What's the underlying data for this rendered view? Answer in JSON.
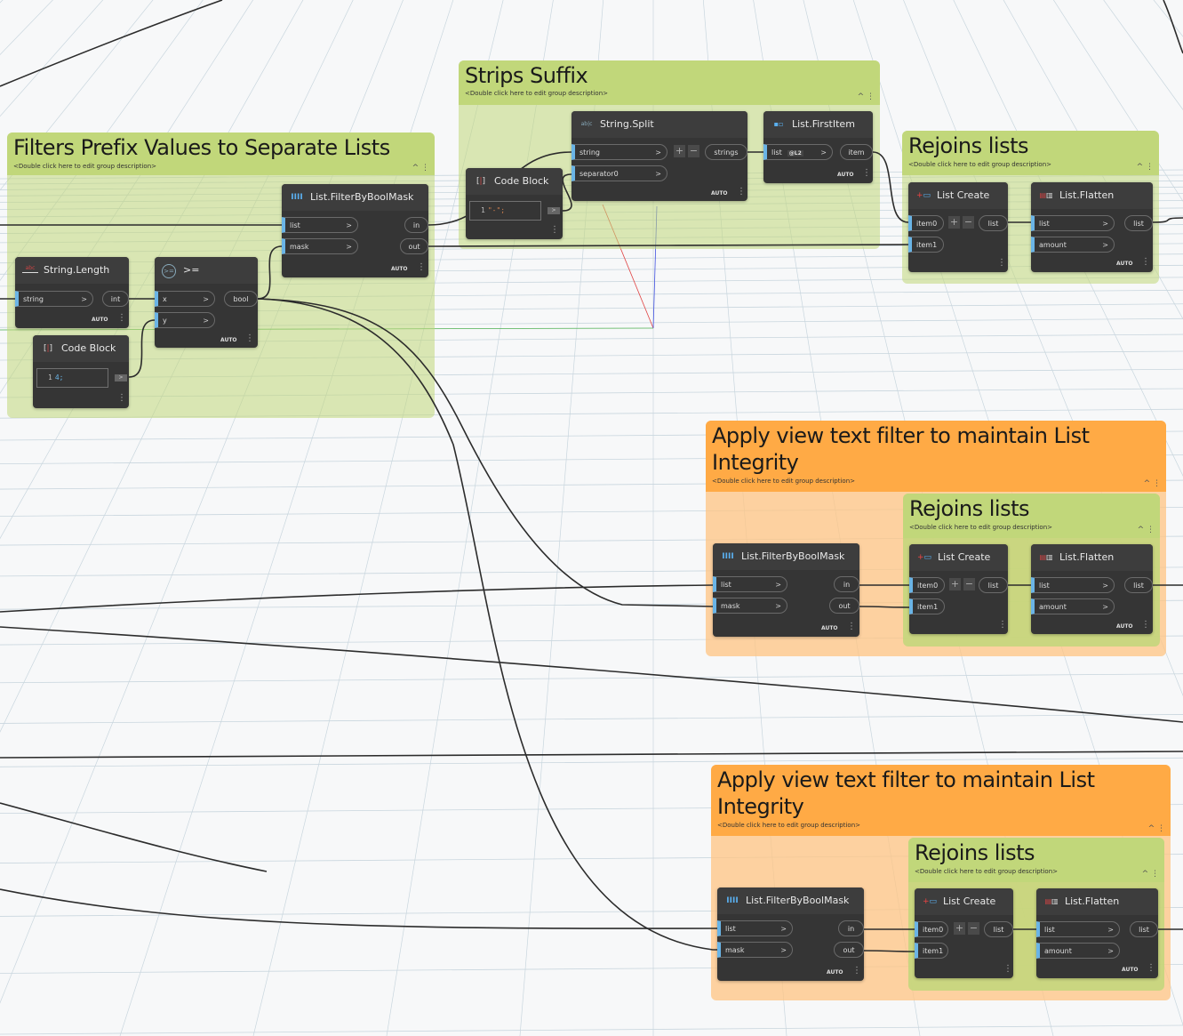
{
  "colors": {
    "canvas_bg": "#f7f8f9",
    "grid_line": "#c9d6de",
    "group_green_header": "#c1d77a",
    "group_orange_header": "#ffaa45",
    "node_body": "#353535",
    "port_accent": "#6ab4e6",
    "wire": "#2c2c2c"
  },
  "groups": [
    {
      "id": "filters-prefix",
      "title": "Filters Prefix Values to Separate Lists",
      "description": "<Double click here to edit group description>",
      "color": "green"
    },
    {
      "id": "strips-suffix",
      "title": "Strips Suffix",
      "description": "<Double click here to edit group description>",
      "color": "green"
    },
    {
      "id": "rejoins-top",
      "title": "Rejoins lists",
      "description": "<Double click here to edit group description>",
      "color": "green"
    },
    {
      "id": "apply-filter-1",
      "title_line1": "Apply view text filter to maintain List",
      "title_line2": "Integrity",
      "description": "<Double click here to edit group description>",
      "color": "orange"
    },
    {
      "id": "rejoins-mid",
      "title": "Rejoins lists",
      "description": "<Double click here to edit group description>",
      "color": "green"
    },
    {
      "id": "apply-filter-2",
      "title_line1": "Apply view text filter to maintain List",
      "title_line2": "Integrity",
      "description": "<Double click here to edit group description>",
      "color": "orange"
    },
    {
      "id": "rejoins-bot",
      "title": "Rejoins lists",
      "description": "<Double click here to edit group description>",
      "color": "green"
    }
  ],
  "nodes": {
    "string_length": {
      "title": "String.Length",
      "inputs": [
        "string"
      ],
      "outputs": [
        "int"
      ],
      "lacing": "AUTO"
    },
    "gte": {
      "title": ">=",
      "inputs": [
        "x",
        "y"
      ],
      "outputs": [
        "bool"
      ],
      "lacing": "AUTO"
    },
    "code_block_1": {
      "title": "Code Block",
      "line_no": "1",
      "code": "4;"
    },
    "filter_1": {
      "title": "List.FilterByBoolMask",
      "inputs": [
        "list",
        "mask"
      ],
      "outputs": [
        "in",
        "out"
      ],
      "lacing": "AUTO"
    },
    "code_block_2": {
      "title": "Code Block",
      "line_no": "1",
      "code": "\"-\";"
    },
    "string_split": {
      "title": "String.Split",
      "inputs": [
        "string",
        "separator0"
      ],
      "outputs": [
        "strings"
      ],
      "lacing": "AUTO",
      "add": "+",
      "remove": "−"
    },
    "first_item": {
      "title": "List.FirstItem",
      "inputs": [
        "list"
      ],
      "level": "@L2",
      "outputs": [
        "item"
      ],
      "lacing": "AUTO"
    },
    "list_create_1": {
      "title": "List Create",
      "inputs": [
        "item0",
        "item1"
      ],
      "outputs": [
        "list"
      ],
      "add": "+",
      "remove": "−"
    },
    "flatten_1": {
      "title": "List.Flatten",
      "inputs": [
        "list",
        "amount"
      ],
      "outputs": [
        "list"
      ],
      "lacing": "AUTO"
    },
    "filter_2": {
      "title": "List.FilterByBoolMask",
      "inputs": [
        "list",
        "mask"
      ],
      "outputs": [
        "in",
        "out"
      ],
      "lacing": "AUTO"
    },
    "list_create_2": {
      "title": "List Create",
      "inputs": [
        "item0",
        "item1"
      ],
      "outputs": [
        "list"
      ],
      "add": "+",
      "remove": "−"
    },
    "flatten_2": {
      "title": "List.Flatten",
      "inputs": [
        "list",
        "amount"
      ],
      "outputs": [
        "list"
      ],
      "lacing": "AUTO"
    },
    "filter_3": {
      "title": "List.FilterByBoolMask",
      "inputs": [
        "list",
        "mask"
      ],
      "outputs": [
        "in",
        "out"
      ],
      "lacing": "AUTO"
    },
    "list_create_3": {
      "title": "List Create",
      "inputs": [
        "item0",
        "item1"
      ],
      "outputs": [
        "list"
      ],
      "add": "+",
      "remove": "−"
    },
    "flatten_3": {
      "title": "List.Flatten",
      "inputs": [
        "list",
        "amount"
      ],
      "outputs": [
        "list"
      ],
      "lacing": "AUTO"
    }
  },
  "ui": {
    "collapse_icon": "^",
    "more_icon": "⋮",
    "port_arrow": ">",
    "run_arrow": ">"
  }
}
